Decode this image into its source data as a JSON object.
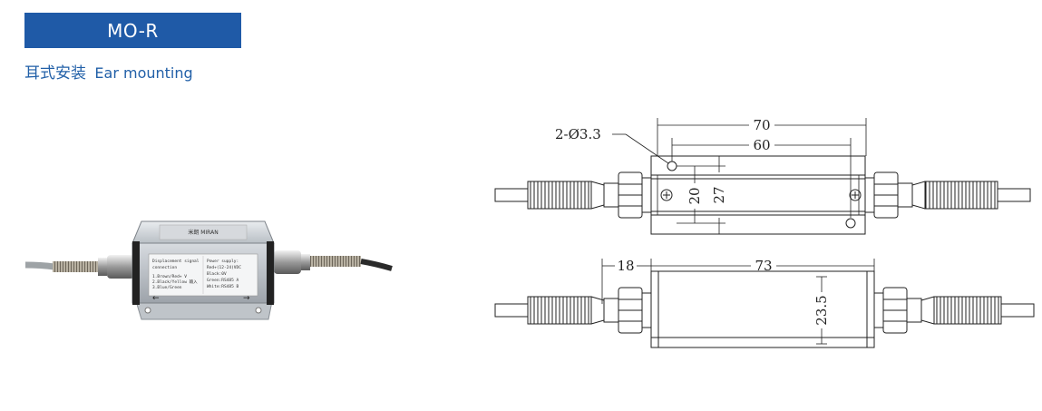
{
  "header": {
    "model": "MO-R",
    "mounting_cn": "耳式安装",
    "mounting_en": "Ear mounting"
  },
  "photo": {
    "brand": "米朗 MIRAN",
    "panel_left_lines": [
      "Displacement signal",
      "connection",
      "1.Brown/Red+ V",
      "2.Black/Yellow 输入",
      "3.Blue/Green"
    ],
    "panel_right_lines": [
      "Power supply:",
      "Red+(12-24)VDC",
      "Black:0V",
      "Green:RS485 A",
      "White:RS485 B"
    ]
  },
  "drawing": {
    "hole_spec": "2-Ø3.3",
    "dim_width_total": "70",
    "dim_hole_spacing": "60",
    "dim_hole_vertical": "20",
    "dim_height": "27",
    "dim_fitting": "18",
    "dim_body_length": "73",
    "dim_body_height": "23.5"
  },
  "colors": {
    "accent": "#1f5aa7",
    "label": "#2260a8"
  }
}
